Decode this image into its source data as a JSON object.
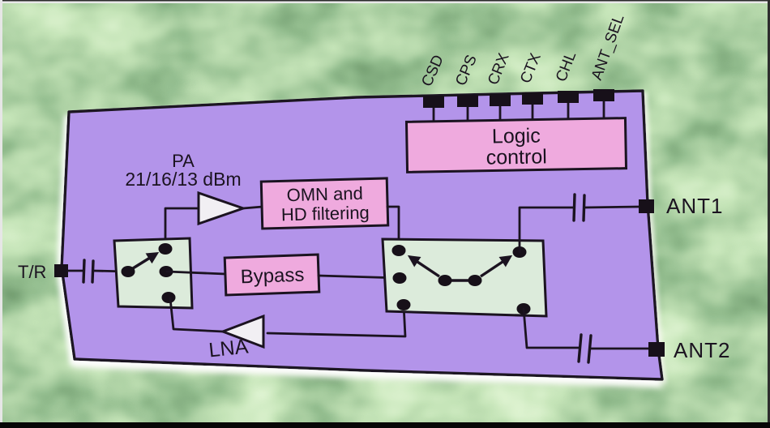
{
  "ports": {
    "tr": "T/R",
    "ant1": "ANT1",
    "ant2": "ANT2"
  },
  "control_pins": [
    {
      "label": "CSD"
    },
    {
      "label": "CPS"
    },
    {
      "label": "CRX"
    },
    {
      "label": "CTX"
    },
    {
      "label": "CHL"
    },
    {
      "label": "ANT_SEL"
    }
  ],
  "blocks": {
    "logic_control": {
      "line1": "Logic",
      "line2": "control"
    },
    "pa": {
      "name": "PA",
      "power": "21/16/13 dBm"
    },
    "omn": {
      "line1": "OMN and",
      "line2": "HD filtering"
    },
    "bypass": {
      "label": "Bypass"
    },
    "lna": {
      "label": "LNA"
    }
  },
  "colors": {
    "chip_purple": "#b394ea",
    "block_pink": "#efaade",
    "switch_mint": "#dcebdb",
    "amplifier_fill": "#f1eff3",
    "background_green": "#76a86a",
    "line_black": "#1b1320"
  }
}
